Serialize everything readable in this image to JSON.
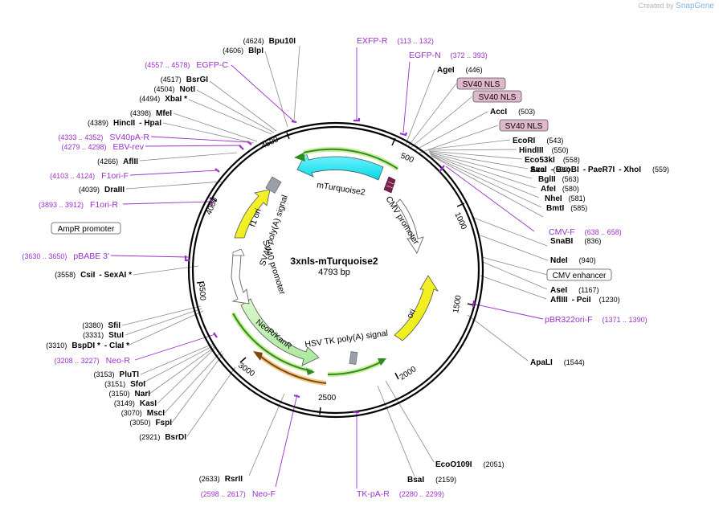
{
  "branding": {
    "created_by": "Created by",
    "product": "SnapGene"
  },
  "map": {
    "name": "3xnls-mTurquoise2",
    "length_label": "4793 bp",
    "total_bp": 4793
  },
  "colors": {
    "enzyme": "#000000",
    "primer": "#9b30c8",
    "feature_box": "#555555",
    "nls_fill": "#e0b8cc",
    "nls_stroke": "#8a2050"
  },
  "ticks": [
    "500",
    "1000",
    "1500",
    "2000",
    "2500",
    "3000",
    "3500",
    "4000",
    "4500"
  ],
  "enzymes_right": [
    {
      "name": "AgeI",
      "pos": "(446)"
    },
    {
      "name": "AccI",
      "pos": "(503)"
    },
    {
      "name": "EcoRI",
      "pos": "(543)"
    },
    {
      "name": "HindIII",
      "pos": "(550)"
    },
    {
      "name": "Eco53kI",
      "pos": "(558)"
    },
    {
      "name": "SacI",
      "pos": "(560)"
    },
    {
      "name": "BglII",
      "pos": "(563)"
    },
    {
      "name": "AfeI",
      "pos": "(580)"
    },
    {
      "name": "NheI",
      "pos": "(581)"
    },
    {
      "name": "BmtI",
      "pos": "(585)"
    },
    {
      "name": "SnaBI",
      "pos": "(836)"
    },
    {
      "name": "NdeI",
      "pos": "(940)"
    },
    {
      "name": "AseI",
      "pos": "(1167)"
    },
    {
      "name": "ApaLI",
      "pos": "(1544)"
    },
    {
      "name": "EcoO109I",
      "pos": "(2051)"
    },
    {
      "name": "BsaI",
      "pos": "(2159)"
    }
  ],
  "enzyme_multi": {
    "ava_names": [
      "AvaI",
      "- BsoBI",
      "- PaeR7I",
      "- XhoI"
    ],
    "ava_pos": "(559)",
    "afl_names": [
      "AflIII",
      "- PciI"
    ],
    "afl_pos": "(1230)",
    "csi_names": [
      "CsiI",
      "- SexAI *"
    ],
    "csi_pos": "(3558)",
    "bsp_names": [
      "BspDI *",
      "- ClaI *"
    ],
    "bsp_pos": "(3310)",
    "hinc_names": [
      "HincII",
      "- HpaI"
    ],
    "hinc_pos": "(4389)"
  },
  "enzymes_left": [
    {
      "name": "Bpu10I",
      "pos": "(4624)"
    },
    {
      "name": "BlpI",
      "pos": "(4606)"
    },
    {
      "name": "BsrGI",
      "pos": "(4517)"
    },
    {
      "name": "NotI",
      "pos": "(4504)"
    },
    {
      "name": "XbaI *",
      "pos": "(4494)"
    },
    {
      "name": "MfeI",
      "pos": "(4398)"
    },
    {
      "name": "AflII",
      "pos": "(4266)"
    },
    {
      "name": "DraIII",
      "pos": "(4039)"
    },
    {
      "name": "SfiI",
      "pos": "(3380)"
    },
    {
      "name": "StuI",
      "pos": "(3331)"
    },
    {
      "name": "PluTI",
      "pos": "(3153)"
    },
    {
      "name": "SfoI",
      "pos": "(3151)"
    },
    {
      "name": "NarI",
      "pos": "(3150)"
    },
    {
      "name": "KasI",
      "pos": "(3149)"
    },
    {
      "name": "MscI",
      "pos": "(3070)"
    },
    {
      "name": "FspI",
      "pos": "(3050)"
    },
    {
      "name": "BsrDI",
      "pos": "(2921)"
    },
    {
      "name": "RsrII",
      "pos": "(2633)"
    }
  ],
  "primers": [
    {
      "name": "EXFP-R",
      "range": "(113 .. 132)"
    },
    {
      "name": "EGFP-N",
      "range": "(372 .. 393)"
    },
    {
      "name": "CMV-F",
      "range": "(638 .. 658)"
    },
    {
      "name": "pBR322ori-F",
      "range": "(1371 .. 1390)"
    },
    {
      "name": "TK-pA-R",
      "range": "(2280 .. 2299)"
    },
    {
      "name": "Neo-F",
      "range": "(2598 .. 2617)"
    },
    {
      "name": "Neo-R",
      "range": "(3208 .. 3227)"
    },
    {
      "name": "pBABE 3'",
      "range": "(3630 .. 3650)"
    },
    {
      "name": "F1ori-R",
      "range": "(3893 .. 3912)"
    },
    {
      "name": "F1ori-F",
      "range": "(4103 .. 4124)"
    },
    {
      "name": "EBV-rev",
      "range": "(4279 .. 4298)"
    },
    {
      "name": "SV40pA-R",
      "range": "(4333 .. 4352)"
    },
    {
      "name": "EGFP-C",
      "range": "(4557 .. 4578)"
    }
  ],
  "feature_boxes": [
    "SV40 NLS",
    "SV40 NLS",
    "SV40 NLS",
    "CMV enhancer",
    "AmpR promoter"
  ],
  "features_inner": [
    "mTurquoise2",
    "CMV promoter",
    "f1 ori",
    "SV40 poly(A) signal",
    "SV40 promoter",
    "NeoR/KanR",
    "HSV TK poly(A) signal",
    "ori"
  ]
}
